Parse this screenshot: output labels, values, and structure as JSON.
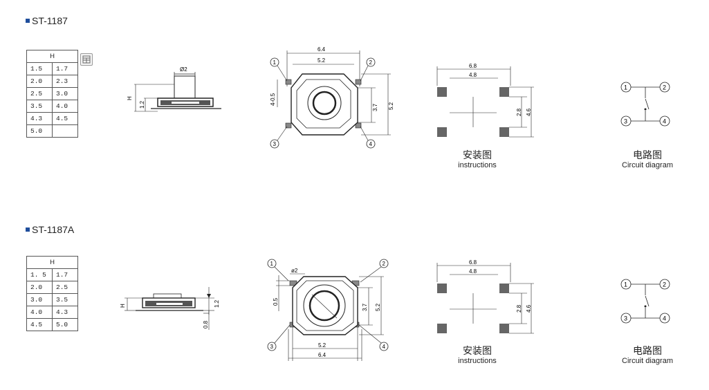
{
  "sections": [
    {
      "model": "ST-1187",
      "table": {
        "header": "H",
        "rows": [
          [
            "1.5",
            "1.7"
          ],
          [
            "2.0",
            "2.3"
          ],
          [
            "2.5",
            "3.0"
          ],
          [
            "3.5",
            "4.0"
          ],
          [
            "4.3",
            "4.5"
          ],
          [
            "5.0",
            ""
          ]
        ]
      },
      "side": {
        "diameter": "Ø2",
        "h": "H",
        "base": "1.2"
      },
      "top": {
        "overall": "6.4",
        "inner": "5.2",
        "height_inner": "3.7",
        "height_outer": "5.2",
        "pitch": "4-0.5",
        "pins": [
          "1",
          "2",
          "3",
          "4"
        ]
      },
      "install": {
        "outer": "6.8",
        "inner": "4.8",
        "v_inner": "2.8",
        "v_outer": "4.6",
        "title_zh": "安装图",
        "title_en": "instructions"
      },
      "circuit": {
        "pins": [
          "1",
          "2",
          "3",
          "4"
        ],
        "title_zh": "电路图",
        "title_en": "Circuit diagram"
      }
    },
    {
      "model": "ST-1187A",
      "table": {
        "header": "H",
        "rows": [
          [
            "1. 5",
            "1.7"
          ],
          [
            "2.0",
            "2.5"
          ],
          [
            "3.0",
            "3.5"
          ],
          [
            "4.0",
            "4.3"
          ],
          [
            "4.5",
            "5.0"
          ]
        ]
      },
      "side": {
        "h": "H",
        "top": "1.2",
        "base": "0.8"
      },
      "top": {
        "dia_label": "ø2",
        "pitch": "0.5",
        "height_inner": "3.7",
        "height_outer": "5.2",
        "bottom_inner": "5.2",
        "bottom_outer": "6.4",
        "pins": [
          "1",
          "2",
          "3",
          "4"
        ]
      },
      "install": {
        "outer": "6.8",
        "inner": "4.8",
        "v_inner": "2.8",
        "v_outer": "4.6",
        "title_zh": "安装图",
        "title_en": "instructions"
      },
      "circuit": {
        "pins": [
          "1",
          "2",
          "3",
          "4"
        ],
        "title_zh": "电路图",
        "title_en": "Circuit diagram"
      }
    }
  ],
  "icons": {
    "table_icon": "table-icon"
  }
}
